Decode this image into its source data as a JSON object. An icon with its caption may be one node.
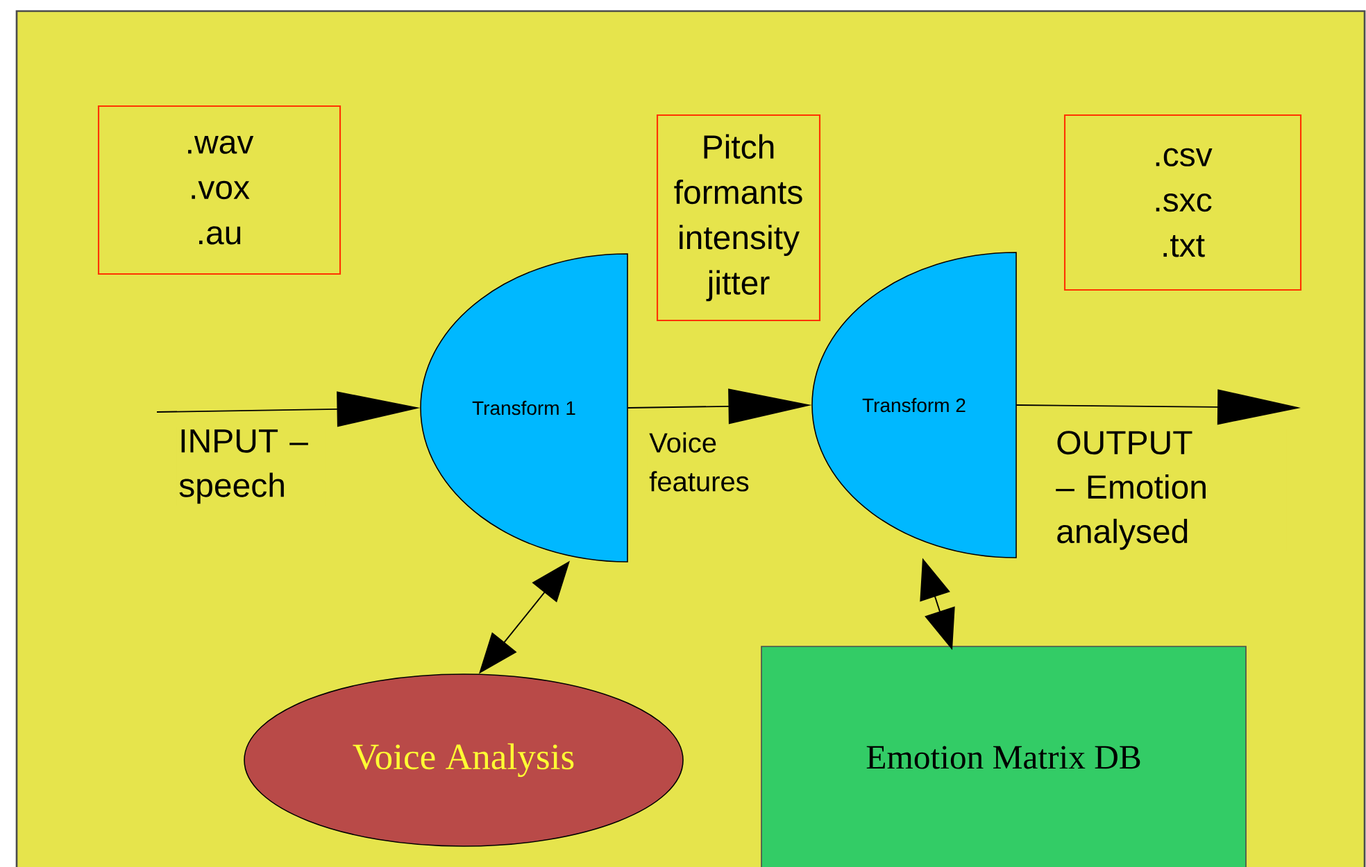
{
  "diagram": {
    "nodes": [
      {
        "text": [
          ".wav",
          ".vox",
          ".au"
        ]
      },
      {
        "text": [
          "Pitch",
          "formants",
          "intensity",
          "jitter"
        ]
      },
      {
        "text": [
          ".csv",
          ".sxc",
          ".txt"
        ]
      },
      {
        "text": [
          "Transform 1"
        ]
      },
      {
        "text": [
          "Transform 2"
        ]
      },
      {
        "text": [
          "Voice Analysis"
        ]
      },
      {
        "text": [
          "Emotion Matrix DB"
        ]
      }
    ],
    "edges": [
      {
        "from": null,
        "to": 3,
        "arrow": "to",
        "label": "INPUT – speech"
      },
      {
        "from": 3,
        "to": 4,
        "arrow": "to",
        "label": "Voice features"
      },
      {
        "from": 4,
        "to": null,
        "arrow": "to",
        "label": "OUTPUT – Emotion analysed"
      },
      {
        "from": 5,
        "to": 3,
        "arrow": "both"
      },
      {
        "from": 4,
        "to": 6,
        "arrow": "both"
      }
    ]
  }
}
